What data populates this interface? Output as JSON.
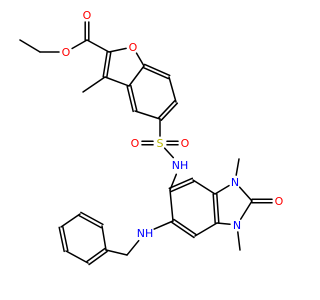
{
  "molecule": {
    "colors": {
      "carbon_bond": "#000000",
      "oxygen": "#ff0000",
      "nitrogen": "#0000ff",
      "sulfur": "#b8b800",
      "background": "#ffffff"
    },
    "labels": [
      {
        "name": "ester-carbonyl-oxygen-label",
        "text": "O",
        "element": "oxygen"
      },
      {
        "name": "ester-ether-oxygen-label",
        "text": "O",
        "element": "oxygen"
      },
      {
        "name": "furan-ring-oxygen-label",
        "text": "O",
        "element": "oxygen"
      },
      {
        "name": "sulfonyl-sulfur-label",
        "text": "S",
        "element": "sulfur"
      },
      {
        "name": "sulfonyl-oxygen-left-label",
        "text": "O",
        "element": "oxygen"
      },
      {
        "name": "sulfonyl-oxygen-right-label",
        "text": "O",
        "element": "oxygen"
      },
      {
        "name": "sulfonamide-nh-label",
        "text": "NH",
        "element": "nitrogen"
      },
      {
        "name": "imidazolone-n1-label",
        "text": "N",
        "element": "nitrogen"
      },
      {
        "name": "imidazolone-n3-label",
        "text": "N",
        "element": "nitrogen"
      },
      {
        "name": "imidazolone-carbonyl-oxygen-label",
        "text": "O",
        "element": "oxygen"
      },
      {
        "name": "benzylamine-nh-label",
        "text": "NH",
        "element": "nitrogen"
      }
    ]
  }
}
